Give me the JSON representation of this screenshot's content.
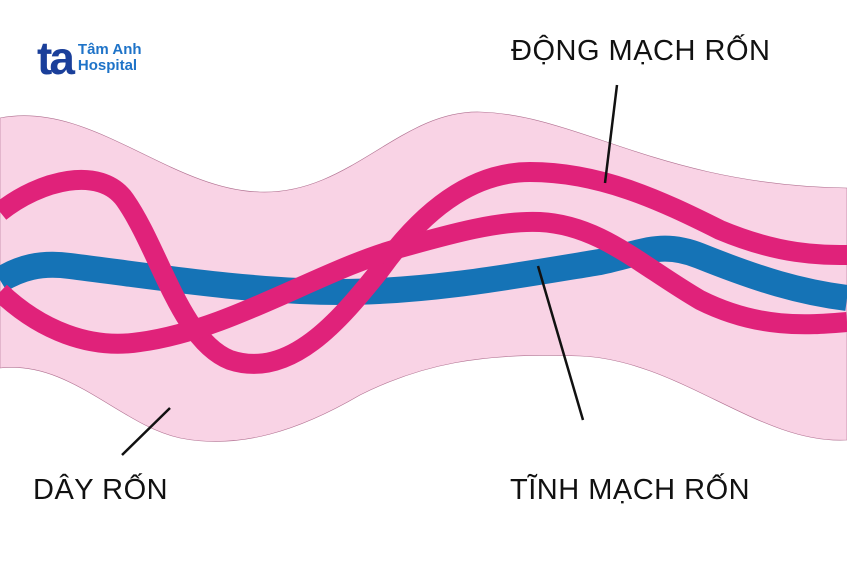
{
  "logo": {
    "mark": "ta",
    "line1": "Tâm Anh",
    "line2": "Hospital"
  },
  "labels": {
    "artery": "ĐỘNG MẠCH RỐN",
    "vein": "TĨNH MẠCH RỐN",
    "cord": "DÂY RỐN"
  },
  "colors": {
    "cord": "#f9d3e5",
    "artery": "#e0227a",
    "vein": "#1573b6",
    "logo": "#1a3f9a"
  }
}
